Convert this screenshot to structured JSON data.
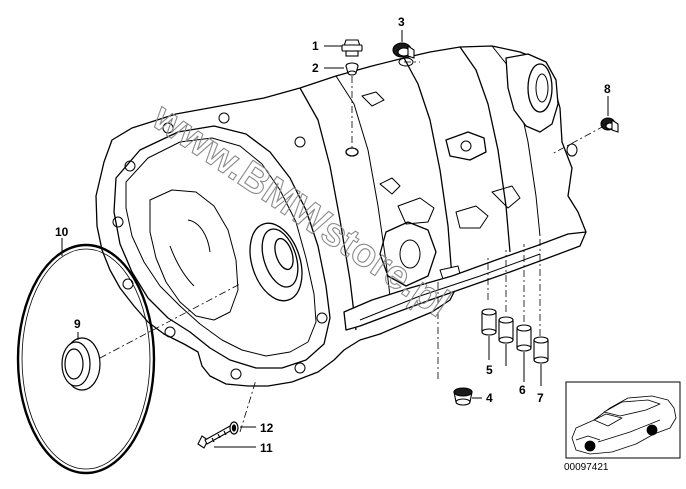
{
  "diagram": {
    "callouts": [
      "1",
      "2",
      "3",
      "4",
      "5",
      "6",
      "7",
      "8",
      "9",
      "10",
      "11",
      "12"
    ],
    "watermark": "www.BMWstore.pl",
    "reference_id": "00097421"
  }
}
